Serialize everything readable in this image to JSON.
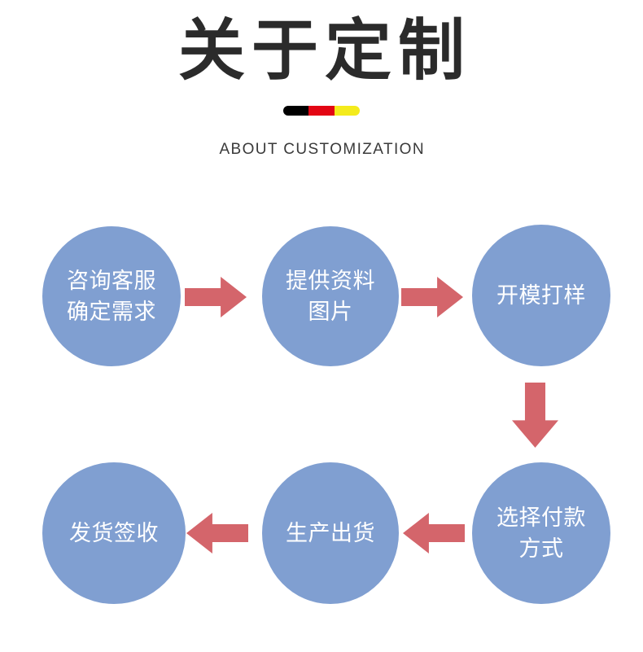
{
  "header": {
    "title": "关于定制",
    "subtitle": "ABOUT CUSTOMIZATION",
    "divider": {
      "name": "tricolor-divider-bar",
      "segments": [
        {
          "name": "black",
          "color": "#000000"
        },
        {
          "name": "red",
          "color": "#E30613"
        },
        {
          "name": "yellow",
          "color": "#F4EB1C"
        }
      ]
    }
  },
  "colors": {
    "node_fill": "#809FD1",
    "node_text": "#FFFFFF",
    "arrow_fill": "#D4656B",
    "title_text": "#2B2B2B",
    "subtitle_text": "#3A3A3A",
    "background": "#FFFFFF"
  },
  "flow": {
    "nodes": [
      {
        "id": "node-0",
        "step": 1,
        "label": "咨询客服\n确定需求",
        "lines": [
          "咨询客服",
          "确定需求"
        ]
      },
      {
        "id": "node-1",
        "step": 2,
        "label": "提供资料\n图片",
        "lines": [
          "提供资料",
          "图片"
        ]
      },
      {
        "id": "node-2",
        "step": 3,
        "label": "开模打样",
        "lines": [
          "开模打样"
        ]
      },
      {
        "id": "node-3",
        "step": 4,
        "label": "选择付款\n方式",
        "lines": [
          "选择付款",
          "方式"
        ]
      },
      {
        "id": "node-4",
        "step": 5,
        "label": "生产出货",
        "lines": [
          "生产出货"
        ]
      },
      {
        "id": "node-5",
        "step": 6,
        "label": "发货签收",
        "lines": [
          "发货签收"
        ]
      }
    ],
    "arrows": [
      {
        "id": "arrow-0",
        "direction": "right",
        "from": "node-0",
        "to": "node-1"
      },
      {
        "id": "arrow-1",
        "direction": "right",
        "from": "node-1",
        "to": "node-2"
      },
      {
        "id": "arrow-2",
        "direction": "down",
        "from": "node-2",
        "to": "node-3"
      },
      {
        "id": "arrow-3",
        "direction": "left",
        "from": "node-3",
        "to": "node-4"
      },
      {
        "id": "arrow-4",
        "direction": "left",
        "from": "node-4",
        "to": "node-5"
      }
    ]
  }
}
